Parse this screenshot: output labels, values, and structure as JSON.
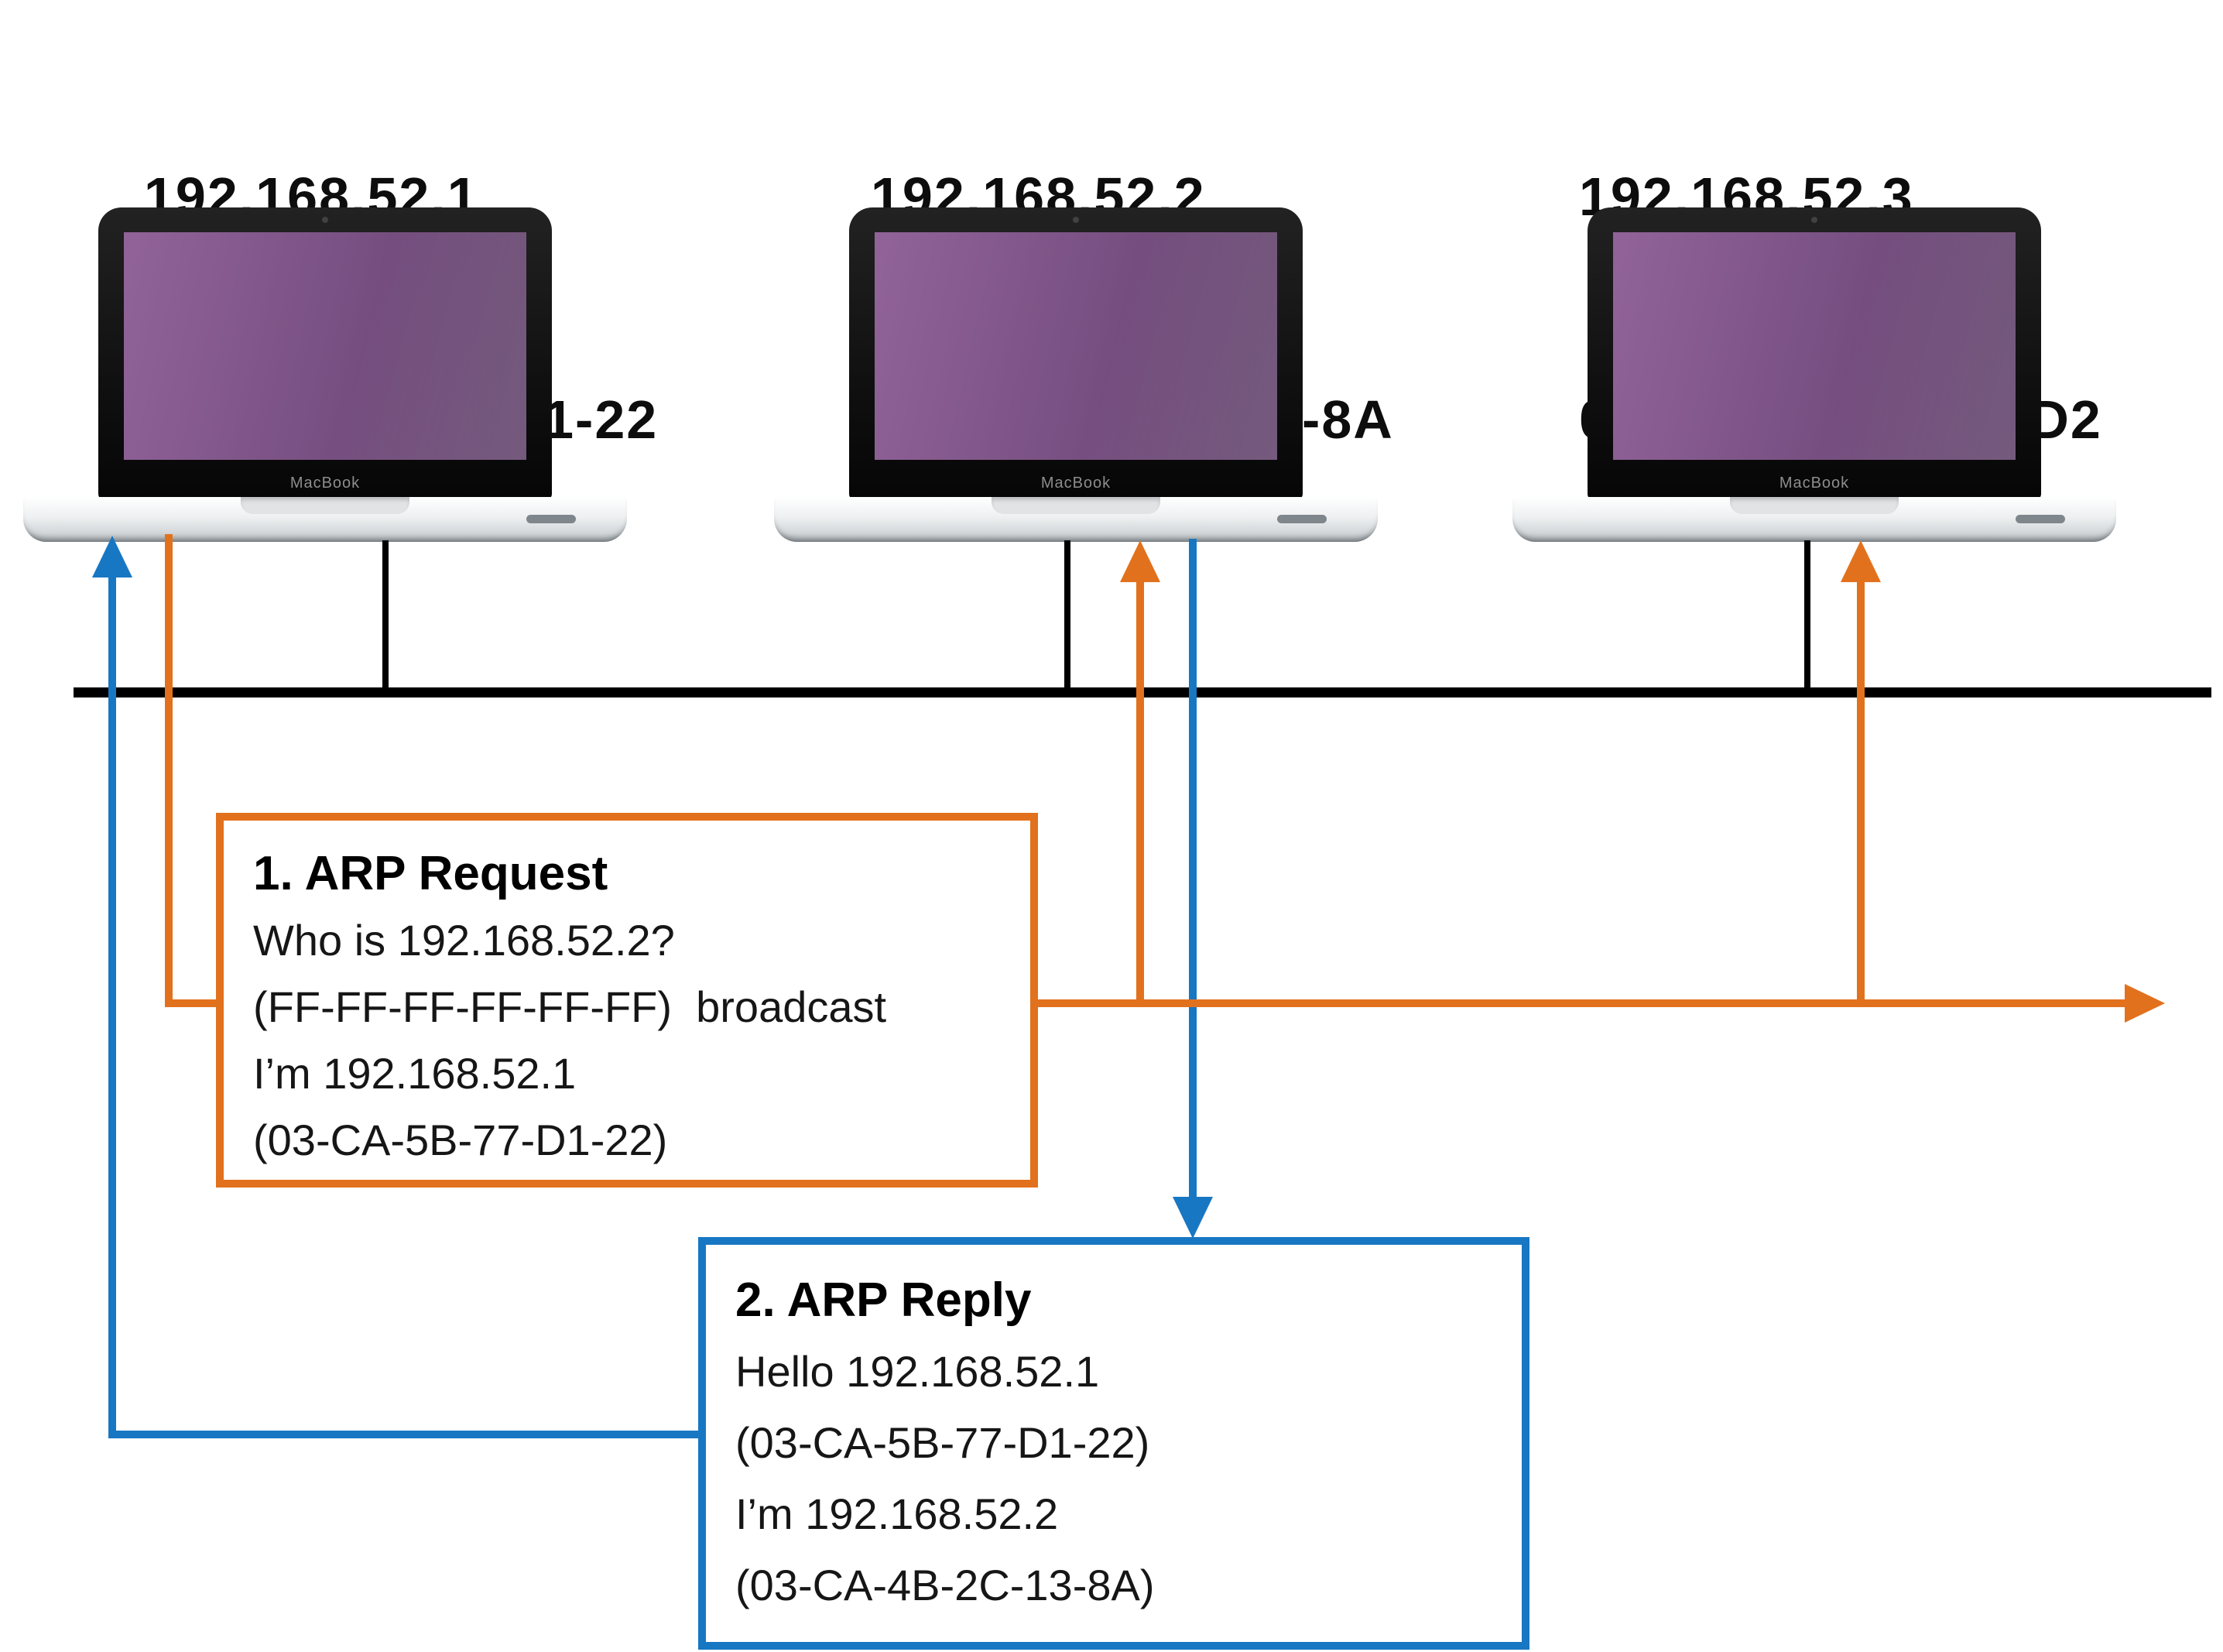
{
  "machines": [
    {
      "ip": "192.168.52.1",
      "mac": "03-CA-5B-77-D1-22",
      "brand": "MacBook"
    },
    {
      "ip": "192.168.52.2",
      "mac": "03-CA-4B-2C-13-8A",
      "brand": "MacBook"
    },
    {
      "ip": "192.168.52.3",
      "mac": "03-B1-CC-A2-38-D2",
      "brand": "MacBook"
    }
  ],
  "arp_request": {
    "title": "1. ARP Request",
    "line1": "Who is 192.168.52.2?",
    "line2": "(FF-FF-FF-FF-FF-FF)  broadcast",
    "line3": "I’m 192.168.52.1",
    "line4": "(03-CA-5B-77-D1-22)"
  },
  "arp_reply": {
    "title": "2. ARP Reply",
    "line1": "Hello 192.168.52.1",
    "line2": "(03-CA-5B-77-D1-22)",
    "line3": "I’m 192.168.52.2",
    "line4": "(03-CA-4B-2C-13-8A)"
  },
  "colors": {
    "request_accent": "#E2711D",
    "reply_accent": "#1877C3",
    "bus": "#000000",
    "screen": "#7B5285"
  }
}
